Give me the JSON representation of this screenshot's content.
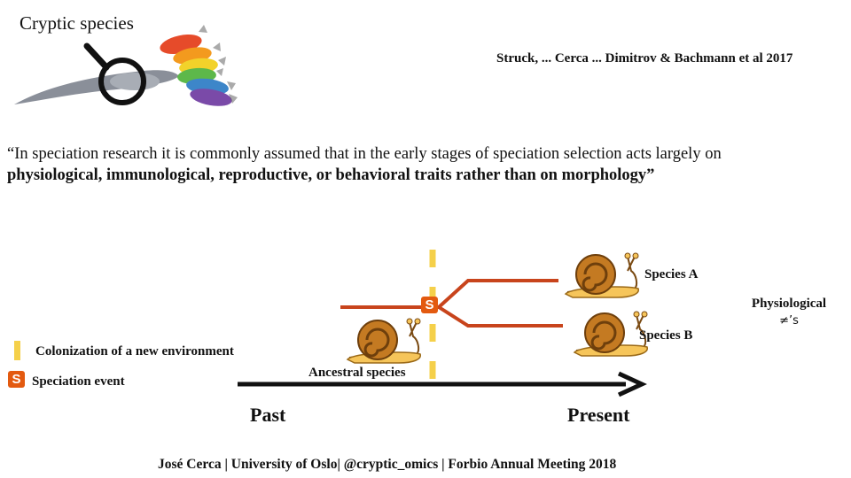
{
  "slide": {
    "title": "Cryptic species",
    "citation": "Struck, ... Cerca ... Dimitrov & Bachmann et al 2017",
    "quote_line1": "“In speciation research it is commonly assumed that in the early stages of speciation selection acts largely on",
    "quote_line2": "physiological, immunological, reproductive, or behavioral traits rather than on morphology”",
    "footer": "José Cerca | University of Oslo| @cryptic_omics | Forbio Annual Meeting 2018"
  },
  "diagram": {
    "species_a": "Species A",
    "species_b": "Species B",
    "ancestral": "Ancestral species",
    "speciation_badge": "S",
    "physiological_line1": "Physiological",
    "physiological_line2": "≠’s",
    "timeline_start": "Past",
    "timeline_end": "Present",
    "colors": {
      "branch": "#c8441c",
      "speciation": "#e35a10",
      "environment": "#f5d04a",
      "timeline": "#111111"
    }
  },
  "legend": {
    "colonization": "Colonization of a new environment",
    "speciation": "Speciation event",
    "speciation_badge": "S"
  },
  "icons": [
    "rainbow-creatures-icon",
    "magnifying-glass-icon",
    "snail-icon"
  ]
}
